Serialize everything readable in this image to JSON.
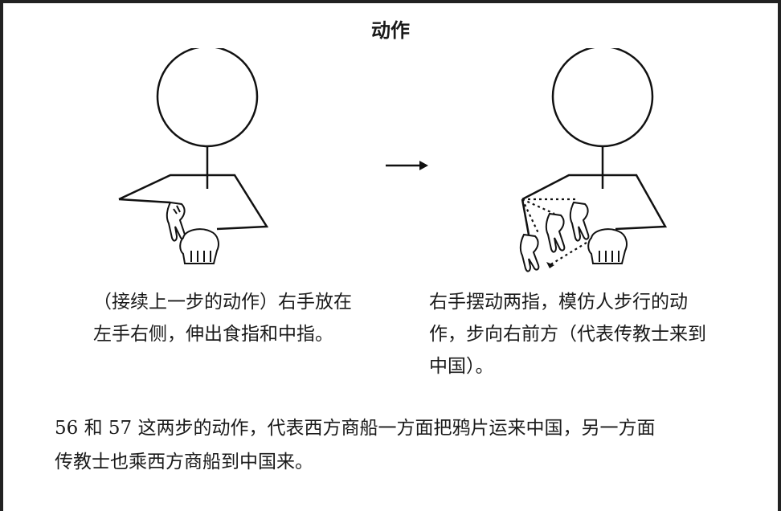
{
  "title": "动作",
  "step_left": {
    "caption_lines": [
      "（接续上一步的动作）右手放在",
      "左手右侧，伸出食指和中指。"
    ]
  },
  "step_right": {
    "caption_lines": [
      "右手摆动两指，模仿人步行的动",
      "作，步向右前方（代表传教士来到",
      "中国）。"
    ]
  },
  "note_lines": [
    "56 和 57 这两步的动作，代表西方商船一方面把鸦片运来中国，另一方面",
    "传教士也乘西方商船到中国来。"
  ]
}
